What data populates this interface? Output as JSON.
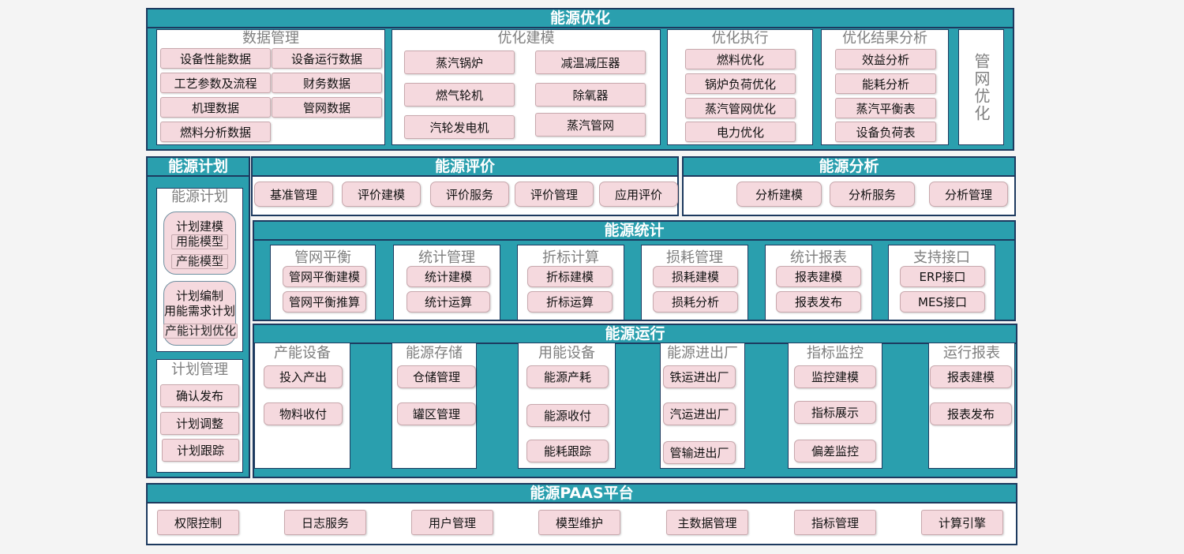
{
  "optimization": {
    "title": "能源优化",
    "data_mgmt": {
      "title": "数据管理",
      "items": [
        "设备性能数据",
        "设备运行数据",
        "工艺参数及流程",
        "财务数据",
        "机理数据",
        "管网数据",
        "燃料分析数据"
      ]
    },
    "modeling": {
      "title": "优化建模",
      "items": [
        "蒸汽锅炉",
        "减温减压器",
        "燃气轮机",
        "除氧器",
        "汽轮发电机",
        "蒸汽管网"
      ]
    },
    "execution": {
      "title": "优化执行",
      "items": [
        "燃料优化",
        "锅炉负荷优化",
        "蒸汽管网优化",
        "电力优化"
      ]
    },
    "result_analysis": {
      "title": "优化结果分析",
      "items": [
        "效益分析",
        "能耗分析",
        "蒸汽平衡表",
        "设备负荷表"
      ]
    },
    "pipe_network": {
      "title": "管网优化"
    }
  },
  "planning": {
    "title": "能源计划",
    "energy_plan": {
      "title": "能源计划",
      "group1": {
        "title": "计划建模",
        "items": [
          "用能模型",
          "产能模型"
        ]
      },
      "group2": {
        "title": "计划编制",
        "items": [
          "用能需求计划",
          "产能计划优化"
        ]
      }
    },
    "plan_mgmt": {
      "title": "计划管理",
      "items": [
        "确认发布",
        "计划调整",
        "计划跟踪"
      ]
    }
  },
  "evaluation": {
    "title": "能源评价",
    "items": [
      "基准管理",
      "评价建模",
      "评价服务",
      "评价管理",
      "应用评价"
    ]
  },
  "analysis": {
    "title": "能源分析",
    "items": [
      "分析建模",
      "分析服务",
      "分析管理"
    ]
  },
  "statistics": {
    "title": "能源统计",
    "groups": [
      {
        "title": "管网平衡",
        "items": [
          "管网平衡建模",
          "管网平衡推算"
        ]
      },
      {
        "title": "统计管理",
        "items": [
          "统计建模",
          "统计运算"
        ]
      },
      {
        "title": "折标计算",
        "items": [
          "折标建模",
          "折标运算"
        ]
      },
      {
        "title": "损耗管理",
        "items": [
          "损耗建模",
          "损耗分析"
        ]
      },
      {
        "title": "统计报表",
        "items": [
          "报表建模",
          "报表发布"
        ]
      },
      {
        "title": "支持接口",
        "items": [
          "ERP接口",
          "MES接口"
        ]
      }
    ]
  },
  "operation": {
    "title": "能源运行",
    "groups": [
      {
        "title": "产能设备",
        "items": [
          "投入产出",
          "物料收付"
        ]
      },
      {
        "title": "能源存储",
        "items": [
          "仓储管理",
          "罐区管理"
        ]
      },
      {
        "title": "用能设备",
        "items": [
          "能源产耗",
          "能源收付",
          "能耗跟踪"
        ]
      },
      {
        "title": "能源进出厂",
        "items": [
          "铁运进出厂",
          "汽运进出厂",
          "管输进出厂"
        ]
      },
      {
        "title": "指标监控",
        "items": [
          "监控建模",
          "指标展示",
          "偏差监控"
        ]
      },
      {
        "title": "运行报表",
        "items": [
          "报表建模",
          "报表发布"
        ]
      }
    ]
  },
  "paas": {
    "title": "能源PAAS平台",
    "items": [
      "权限控制",
      "日志服务",
      "用户管理",
      "模型维护",
      "主数据管理",
      "指标管理",
      "计算引擎"
    ]
  },
  "colors": {
    "section_bg": "#2a9fae",
    "border": "#1d3a5f",
    "item_bg": "#f5d9de",
    "panel_title": "#7f7f7f"
  }
}
